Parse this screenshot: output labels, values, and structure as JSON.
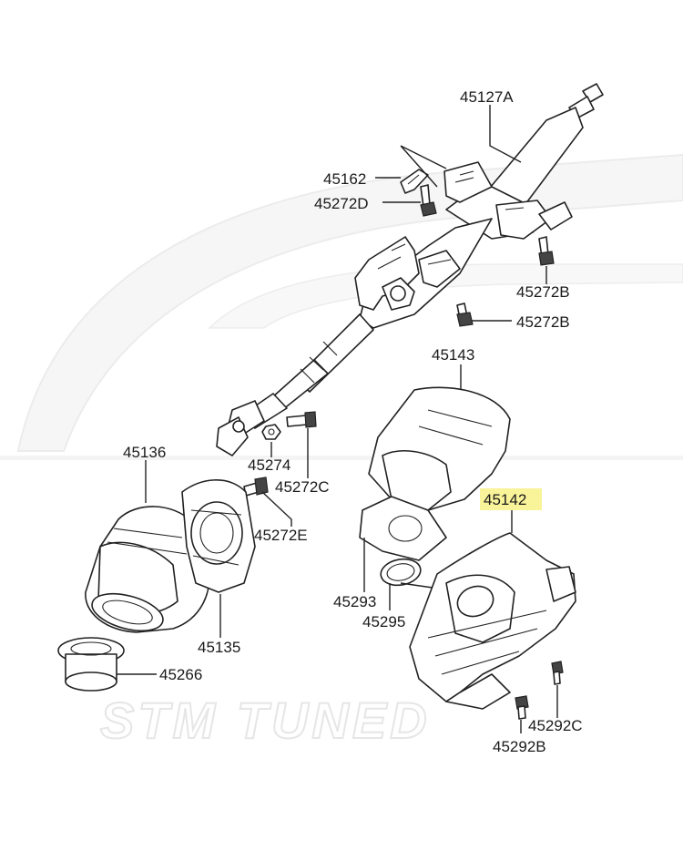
{
  "watermark": {
    "text": "STM TUNED"
  },
  "highlight_color": "#f9f39a",
  "parts": [
    {
      "id": "p45127A",
      "number": "45127A"
    },
    {
      "id": "p45162",
      "number": "45162"
    },
    {
      "id": "p45272D",
      "number": "45272D"
    },
    {
      "id": "p45272B1",
      "number": "45272B"
    },
    {
      "id": "p45272B2",
      "number": "45272B"
    },
    {
      "id": "p45143",
      "number": "45143"
    },
    {
      "id": "p45136",
      "number": "45136"
    },
    {
      "id": "p45274",
      "number": "45274"
    },
    {
      "id": "p45272C",
      "number": "45272C"
    },
    {
      "id": "p45142",
      "number": "45142",
      "highlighted": true
    },
    {
      "id": "p45272E",
      "number": "45272E"
    },
    {
      "id": "p45293",
      "number": "45293"
    },
    {
      "id": "p45295",
      "number": "45295"
    },
    {
      "id": "p45135",
      "number": "45135"
    },
    {
      "id": "p45266",
      "number": "45266"
    },
    {
      "id": "p45292C",
      "number": "45292C"
    },
    {
      "id": "p45292B",
      "number": "45292B"
    }
  ]
}
